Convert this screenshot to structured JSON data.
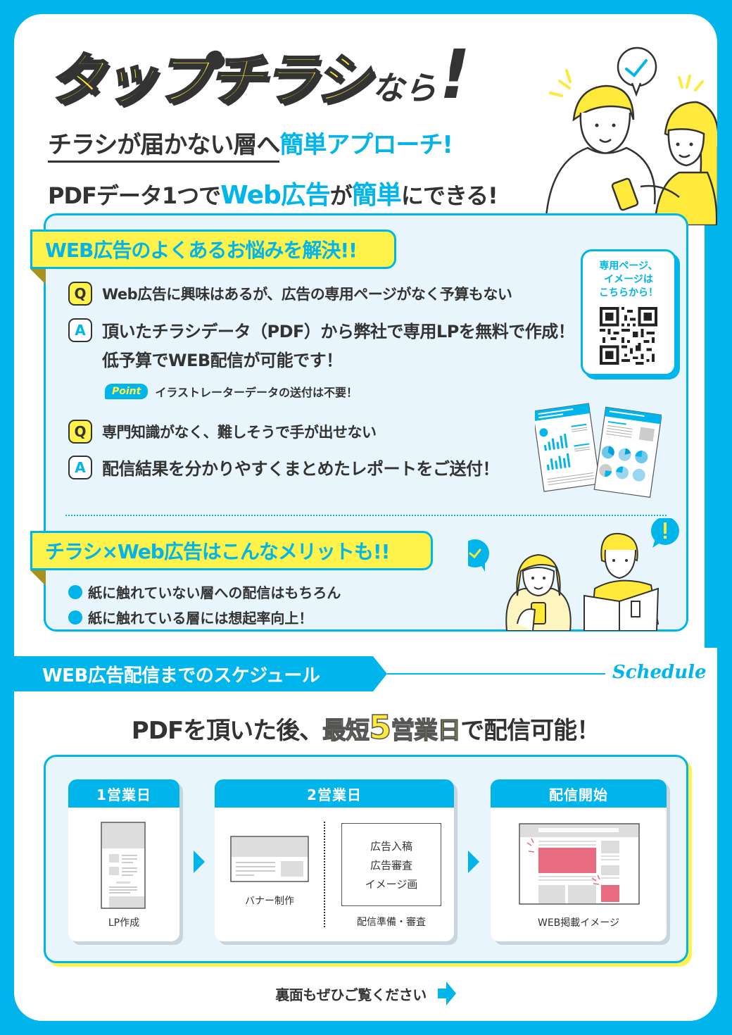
{
  "hero": {
    "title_katakana": "タップチラシ",
    "title_suffix": "なら",
    "title_exclaim": "!",
    "sub1_underlined": "チラシが届かない層へ",
    "sub1_accent": "簡単アプローチ!",
    "sub2_part1": "PDFデータ1つで",
    "sub2_accent1": "Web広告",
    "sub2_part2": "が",
    "sub2_accent2": "簡単",
    "sub2_part3": "にできる!"
  },
  "faq": {
    "ribbon_label": "WEB広告のよくあるお悩みを解決!!",
    "items": [
      {
        "q_badge": "Q",
        "question": "Web広告に興味はあるが、広告の専用ページがなく予算もない",
        "a_badge": "A",
        "answer_line1": "頂いたチラシデータ（PDF）から弊社で専用LPを無料で作成！",
        "answer_line2": "低予算でWEB配信が可能です！",
        "point_tag": "Point",
        "point_text": "イラストレーターデータの送付は不要！"
      },
      {
        "q_badge": "Q",
        "question": "専門知識がなく、難しそうで手が出せない",
        "a_badge": "A",
        "answer_line1": "配信結果を分かりやすくまとめたレポートをご送付！"
      }
    ],
    "qr": {
      "label": "専用ページ、\nイメージは\nこちらから！"
    }
  },
  "merit": {
    "ribbon_label": "チラシ×Web広告はこんなメリットも!!",
    "bullets": [
      "紙に触れていない層への配信はもちろん",
      "紙に触れている層には想起率向上！"
    ]
  },
  "schedule": {
    "header": "WEB広告配信までのスケジュール",
    "script_label": "Schedule",
    "lead_part1": "PDFを頂いた後、",
    "lead_hl1": "最短",
    "lead_hl_num": "5",
    "lead_hl2": "営業日",
    "lead_part2": "で配信可能！",
    "steps": [
      {
        "head": "1営業日",
        "caption": "LP作成"
      },
      {
        "head": "2営業日",
        "caption_left": "バナー制作",
        "caption_right": "配信準備・審査",
        "box_lines": [
          "広告入稿",
          "広告審査",
          "イメージ画"
        ]
      },
      {
        "head": "配信開始",
        "caption": "WEB掲載イメージ"
      }
    ]
  },
  "footer": {
    "note": "裏面もぜひご覧ください"
  },
  "colors": {
    "brand_blue": "#00b4ec",
    "brand_yellow": "#fff24a",
    "panel_bg": "#e8f5fd",
    "text_dark": "#333333",
    "accent_pink": "#e96b7f"
  }
}
